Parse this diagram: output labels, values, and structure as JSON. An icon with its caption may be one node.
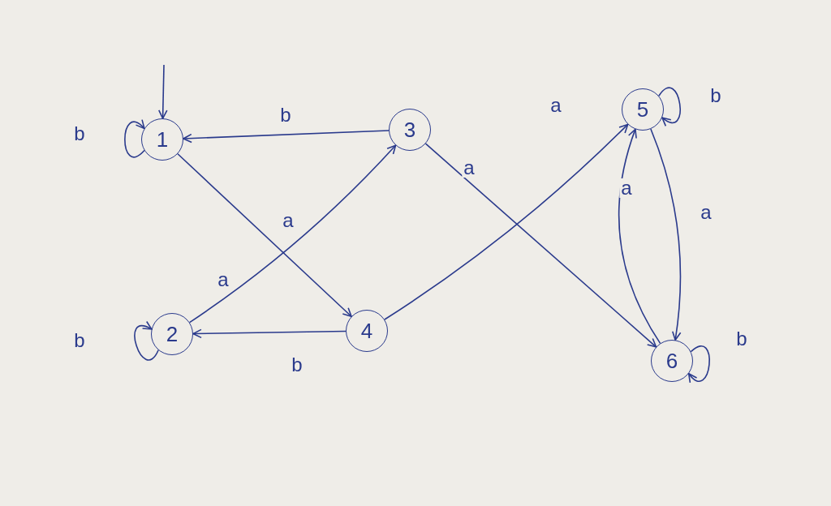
{
  "diagram": {
    "nodes": [
      {
        "text": [
          "1"
        ]
      },
      {
        "text": [
          "2"
        ]
      },
      {
        "text": [
          "3"
        ]
      },
      {
        "text": [
          "4"
        ]
      },
      {
        "text": [
          "5"
        ]
      },
      {
        "text": [
          "6"
        ]
      }
    ],
    "edges": [
      {
        "from": null,
        "to": 0,
        "arrow": "to"
      },
      {
        "from": 0,
        "to": 0,
        "arrow": "to",
        "label": "b"
      },
      {
        "from": 2,
        "to": 0,
        "arrow": "to",
        "label": "b"
      },
      {
        "from": 0,
        "to": 3,
        "arrow": "to",
        "label": "a"
      },
      {
        "from": 1,
        "to": 2,
        "arrow": "to",
        "label": "a"
      },
      {
        "from": 1,
        "to": 1,
        "arrow": "to",
        "label": "b"
      },
      {
        "from": 3,
        "to": 1,
        "arrow": "to",
        "label": "b"
      },
      {
        "from": 3,
        "to": 4,
        "arrow": "to",
        "label": "a"
      },
      {
        "from": 2,
        "to": 5,
        "arrow": "to",
        "label": "a"
      },
      {
        "from": 4,
        "to": 4,
        "arrow": "to",
        "label": "b"
      },
      {
        "from": 5,
        "to": 4,
        "arrow": "to",
        "label": "a"
      },
      {
        "from": 4,
        "to": 5,
        "arrow": "to",
        "label": "a"
      },
      {
        "from": 5,
        "to": 5,
        "arrow": "to",
        "label": "b"
      }
    ]
  }
}
